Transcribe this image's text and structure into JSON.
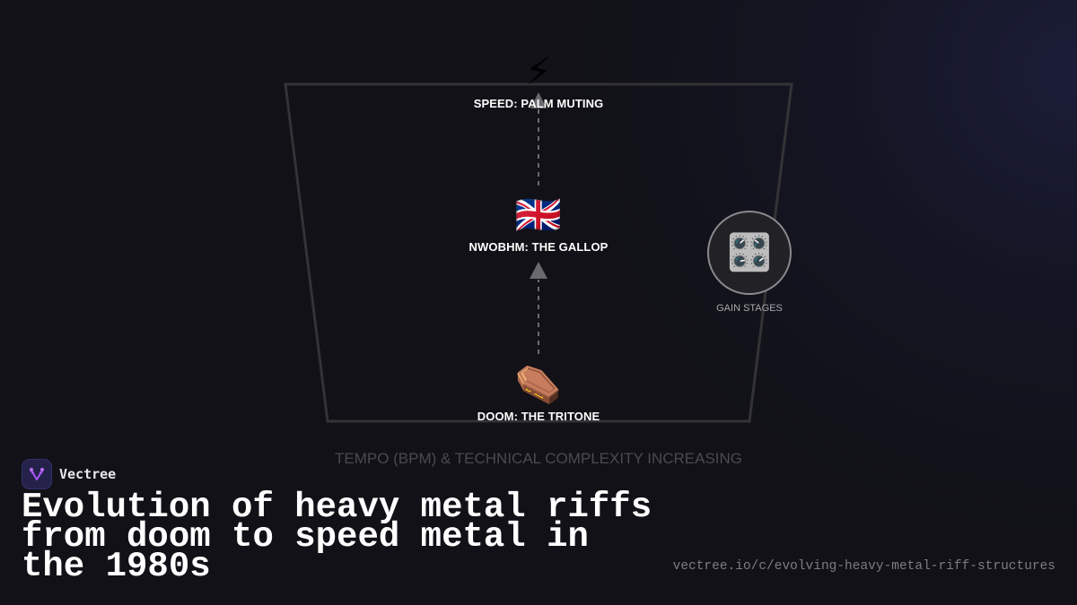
{
  "diagram": {
    "nodes": [
      {
        "id": "speed",
        "icon": "⚡",
        "icon_name": "lightning-bolt-icon",
        "label": "SPEED: PALM MUTING"
      },
      {
        "id": "nwobhm",
        "icon": "🇬🇧",
        "icon_name": "uk-flag-icon",
        "label": "NWOBHM: THE GALLOP"
      },
      {
        "id": "doom",
        "icon": "⚰️",
        "icon_name": "coffin-icon",
        "label": "DOOM: THE TRITONE"
      }
    ],
    "side_node": {
      "icon": "🎛️",
      "icon_name": "control-knobs-icon",
      "label": "GAIN STAGES"
    },
    "axis_caption": "TEMPO (BPM) & TECHNICAL COMPLEXITY INCREASING",
    "colors": {
      "frame": "#333336",
      "arrow": "#6a6a6e",
      "background": "#111117",
      "circle_border": "#8a8a8e"
    }
  },
  "footer": {
    "brand_name": "Vectree",
    "title": "Evolution of heavy metal riffs from doom to speed metal in the 1980s",
    "url": "vectree.io/c/evolving-heavy-metal-riff-structures",
    "brand_color": "#a855f7"
  }
}
